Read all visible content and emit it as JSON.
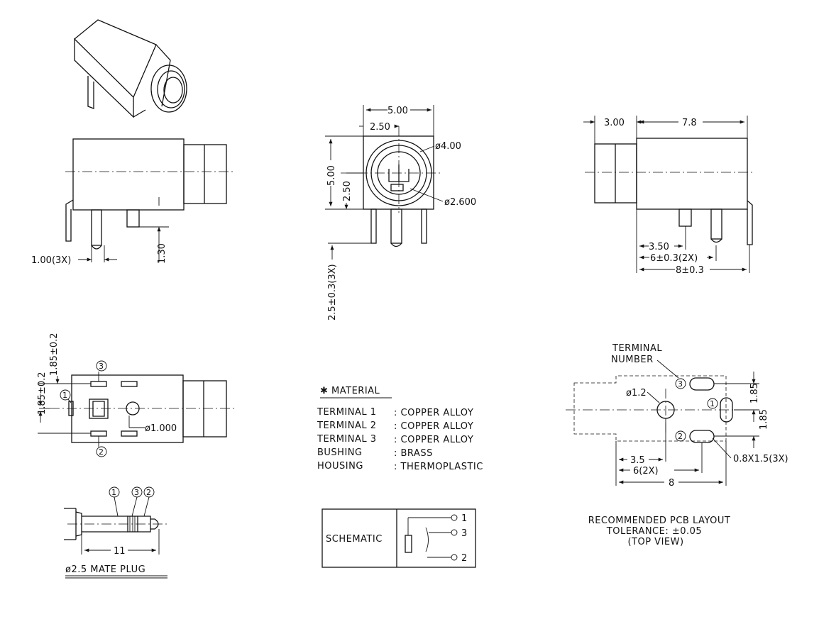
{
  "dims": {
    "top_width": "5.00",
    "top_half": "2.50",
    "top_height": "5.00",
    "top_half_h": "2.50",
    "dia_outer": "ø4.00",
    "dia_inner": "ø2.600",
    "pin_len": "2.5±0.3(3X)",
    "side_3": "3.00",
    "side_78": "7.8",
    "side_350": "3.50",
    "side_6x": "6±0.3(2X)",
    "side_8": "8±0.3",
    "left_pin": "1.00(3X)",
    "left_130": "1.30",
    "bot_185a": "1.85±0.2",
    "bot_185b": "1.85±0.2",
    "bot_dia": "ø1.000",
    "plug_11": "11",
    "pcb_dia": "ø1.2",
    "pcb_185a": "1.85",
    "pcb_185b": "1.85",
    "pcb_35": "3.5",
    "pcb_6": "6(2X)",
    "pcb_8": "8",
    "pcb_slot": "0.8X1.5(3X)"
  },
  "terminal_number": {
    "line1": "TERMINAL",
    "line2": "NUMBER"
  },
  "material": {
    "heading": "✱ MATERIAL",
    "rows": [
      {
        "part": "TERMINAL  1",
        "value": ": COPPER  ALLOY"
      },
      {
        "part": "TERMINAL  2",
        "value": ": COPPER  ALLOY"
      },
      {
        "part": "TERMINAL  3",
        "value": ": COPPER  ALLOY"
      },
      {
        "part": "BUSHING",
        "value": ": BRASS"
      },
      {
        "part": "HOUSING",
        "value": ": THERMOPLASTIC"
      }
    ]
  },
  "schematic": {
    "label": "SCHEMATIC",
    "pins": [
      "1",
      "3",
      "2"
    ]
  },
  "mate_plug": "ø2.5  MATE  PLUG",
  "pcb_caption": {
    "line1": "RECOMMENDED  PCB  LAYOUT",
    "line2": "TOLERANCE: ±0.05",
    "line3": "(TOP  VIEW)"
  },
  "terminal_labels": [
    "1",
    "2",
    "3"
  ]
}
